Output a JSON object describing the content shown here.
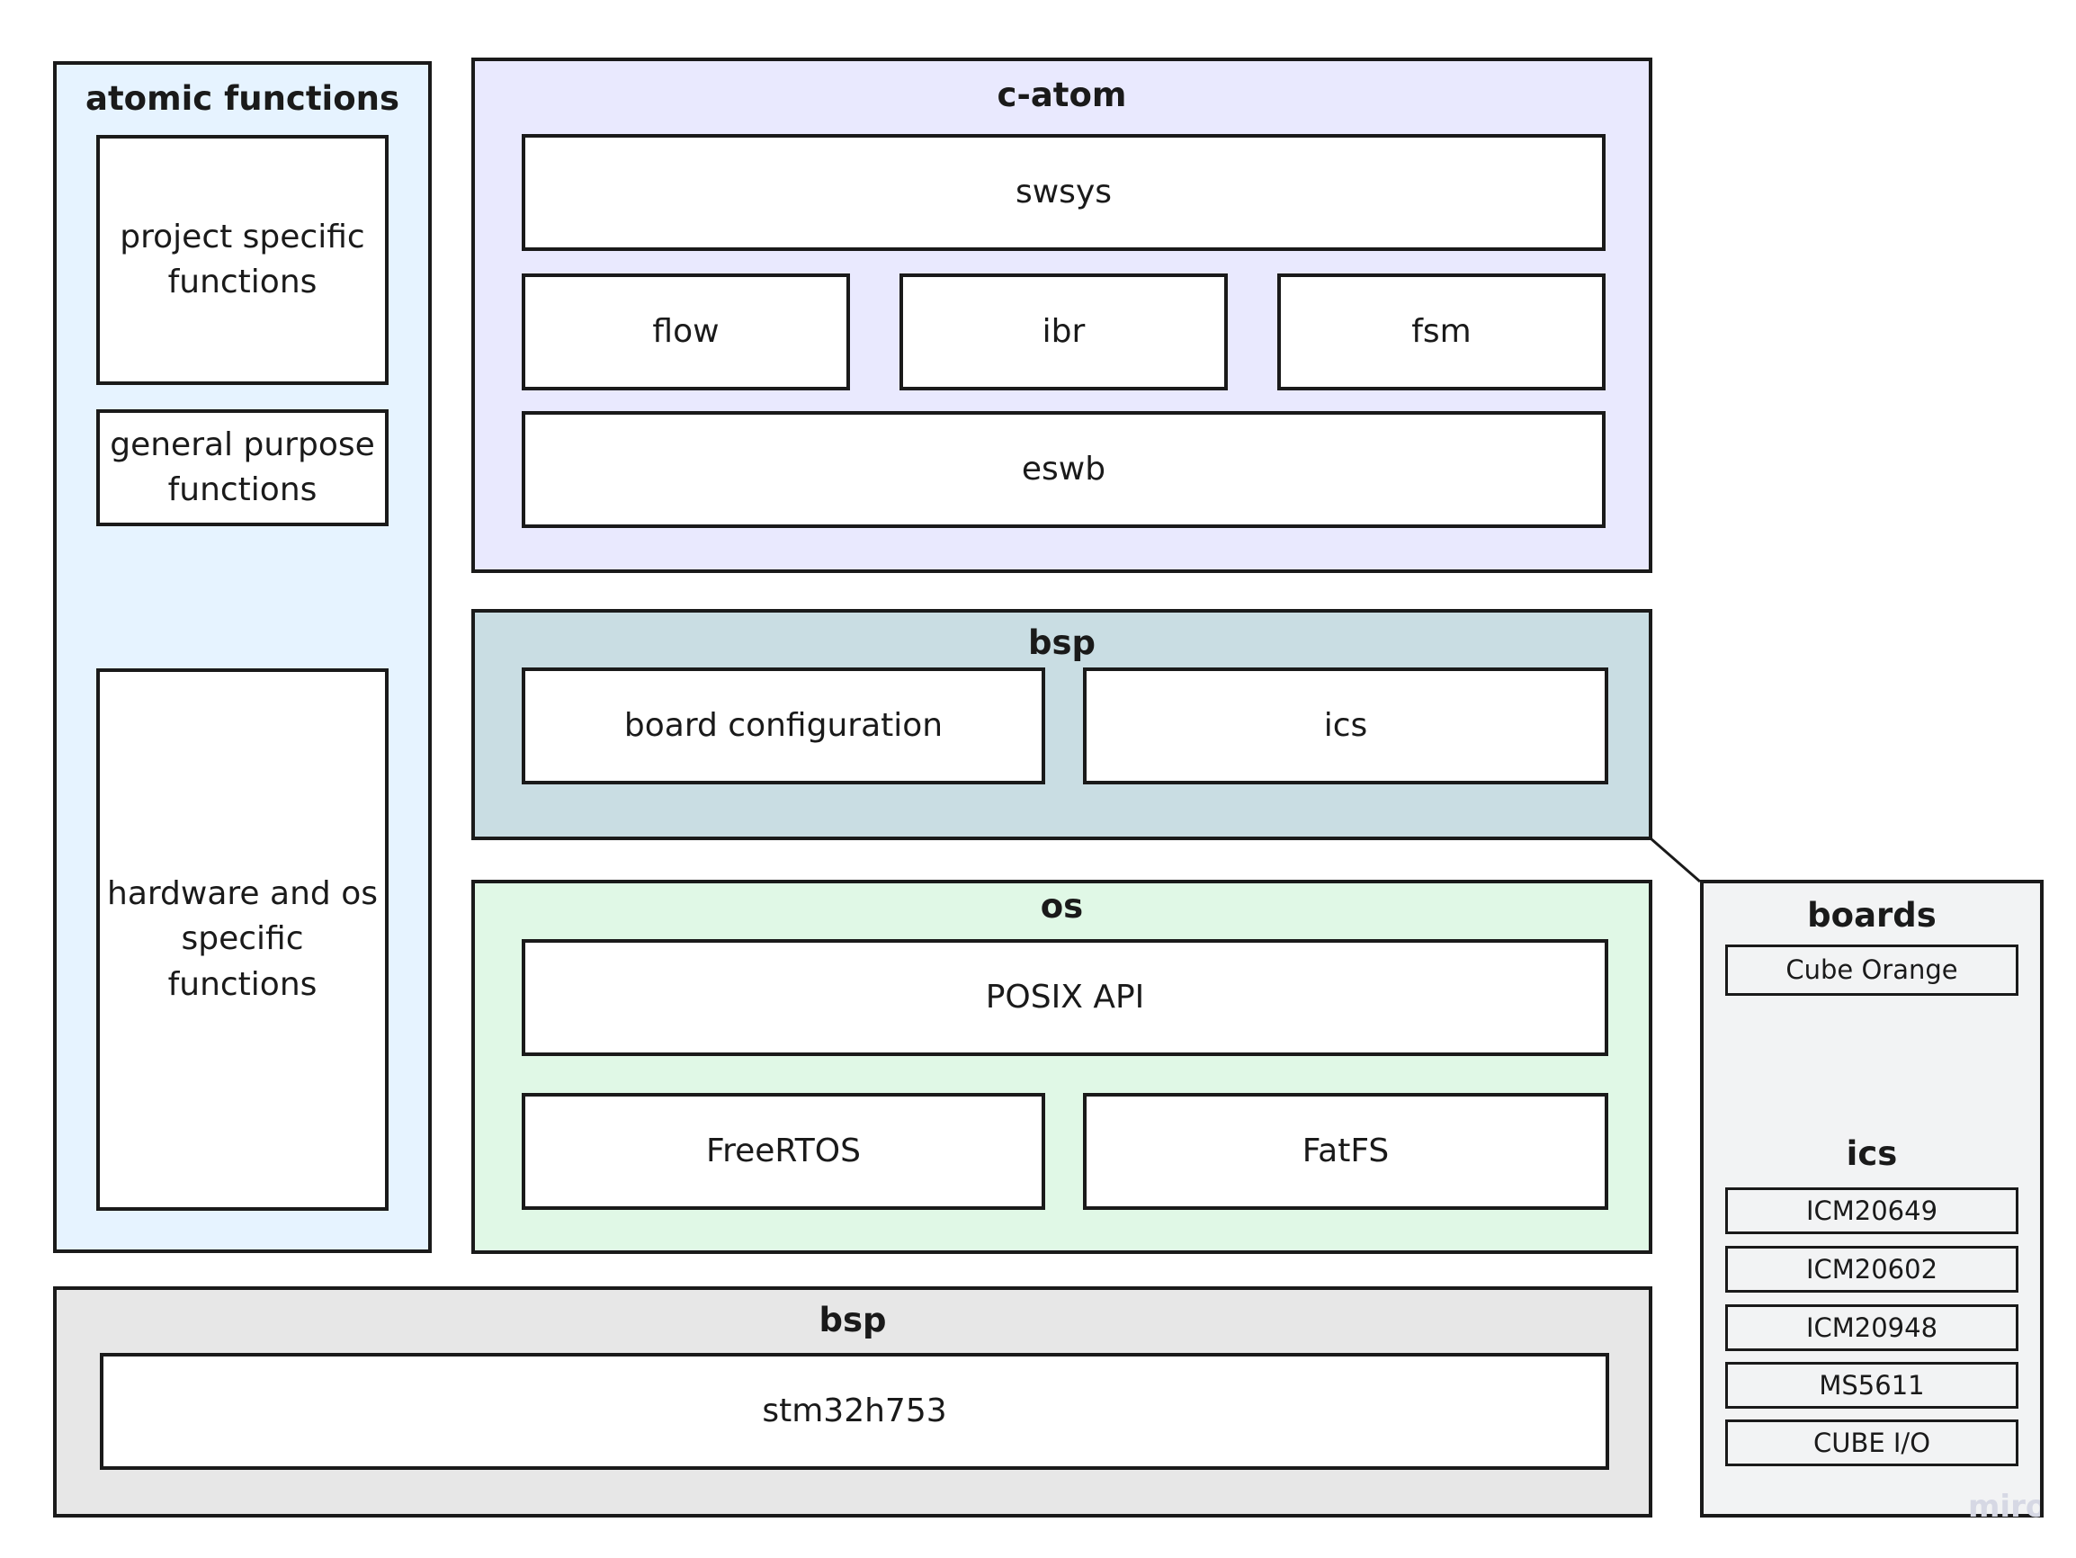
{
  "colors": {
    "atomic_bg": "#e6f3ff",
    "catom_bg": "#e9e9fe",
    "bsp_top_bg": "#c9dde3",
    "os_bg": "#e0f8e6",
    "bsp_bottom_bg": "#e7e7e7",
    "boards_panel_bg": "#f2f3f4",
    "border": "#1a1a1a"
  },
  "atomic": {
    "title": "atomic functions",
    "items": [
      "project specific\nfunctions",
      "general purpose\nfunctions",
      "hardware and os\nspecific\nfunctions"
    ]
  },
  "catom": {
    "title": "c-atom",
    "items": [
      "swsys",
      "flow",
      "ibr",
      "fsm",
      "eswb"
    ]
  },
  "bsp_top": {
    "title": "bsp",
    "items": [
      "board configuration",
      "ics"
    ]
  },
  "os": {
    "title": "os",
    "items": [
      "POSIX API",
      "FreeRTOS",
      "FatFS"
    ]
  },
  "bsp_bottom": {
    "title": "bsp",
    "items": [
      "stm32h753"
    ]
  },
  "boards_panel": {
    "boards_title": "boards",
    "boards": [
      "Cube Orange"
    ],
    "ics_title": "ics",
    "ics": [
      "ICM20649",
      "ICM20602",
      "ICM20948",
      "MS5611",
      "CUBE I/O"
    ]
  },
  "watermark": "miro"
}
